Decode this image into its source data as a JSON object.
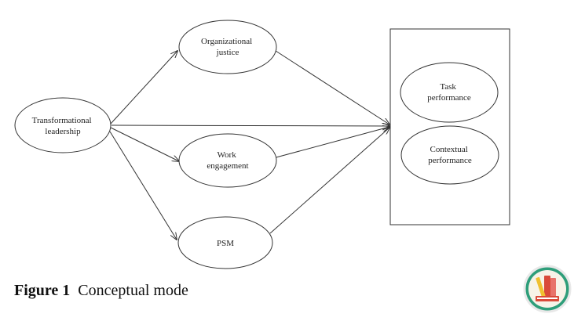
{
  "diagram": {
    "nodes": {
      "transformational_leadership": [
        "Transformational",
        "leadership"
      ],
      "organizational_justice": [
        "Organizational",
        "justice"
      ],
      "work_engagement": [
        "Work",
        "engagement"
      ],
      "psm": [
        "PSM"
      ],
      "task_performance": [
        "Task",
        "performance"
      ],
      "contextual_performance": [
        "Contextual",
        "performance"
      ]
    },
    "edges": [
      [
        "transformational_leadership",
        "organizational_justice"
      ],
      [
        "transformational_leadership",
        "work_engagement"
      ],
      [
        "transformational_leadership",
        "psm"
      ],
      [
        "transformational_leadership",
        "performance_box"
      ],
      [
        "organizational_justice",
        "performance_box"
      ],
      [
        "work_engagement",
        "performance_box"
      ],
      [
        "psm",
        "performance_box"
      ]
    ]
  },
  "caption": {
    "number": "Figure 1",
    "text": "Conceptual mode"
  },
  "logo": {
    "name": "book-and-pen-logo",
    "colors": [
      "#2e9e7a",
      "#d94a3a",
      "#f0c030"
    ]
  }
}
